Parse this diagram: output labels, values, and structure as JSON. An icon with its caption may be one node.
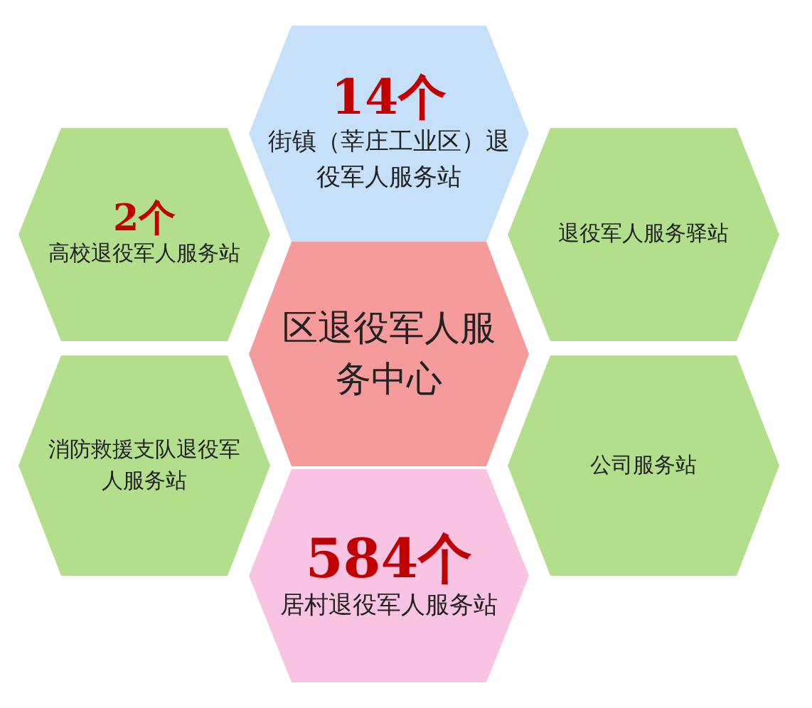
{
  "diagram": {
    "nodes": [
      {
        "text": [
          "14个",
          "街镇（莘庄工业区）退役军人服务站"
        ]
      },
      {
        "text": [
          "2个",
          "高校退役军人服务站"
        ]
      },
      {
        "text": [
          "退役军人服务驿站"
        ]
      },
      {
        "text": [
          "区退役军人服务中心"
        ]
      },
      {
        "text": [
          "消防救援支队退役军人服务站"
        ]
      },
      {
        "text": [
          "公司服务站"
        ]
      },
      {
        "text": [
          "584个",
          "居村退役军人服务站"
        ]
      }
    ]
  }
}
